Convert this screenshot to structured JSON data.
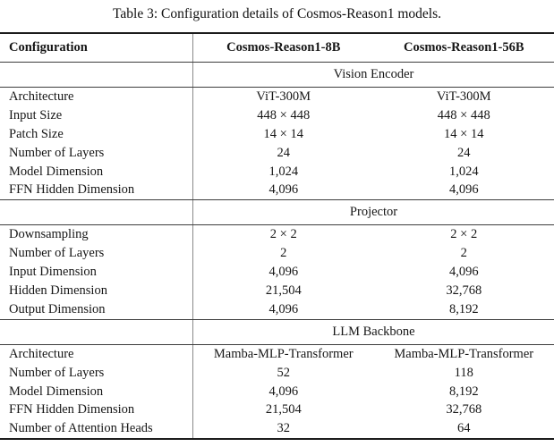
{
  "caption": "Table 3: Configuration details of Cosmos-Reason1 models.",
  "columns": {
    "label": "Configuration",
    "model_8b": "Cosmos-Reason1-8B",
    "model_56b": "Cosmos-Reason1-56B"
  },
  "sections": [
    {
      "title": "Vision Encoder",
      "rows": [
        {
          "label": "Architecture",
          "v8b": "ViT-300M",
          "v56b": "ViT-300M"
        },
        {
          "label": "Input Size",
          "v8b": "448 × 448",
          "v56b": "448 × 448"
        },
        {
          "label": "Patch Size",
          "v8b": "14 × 14",
          "v56b": "14 × 14"
        },
        {
          "label": "Number of Layers",
          "v8b": "24",
          "v56b": "24"
        },
        {
          "label": "Model Dimension",
          "v8b": "1,024",
          "v56b": "1,024"
        },
        {
          "label": "FFN Hidden Dimension",
          "v8b": "4,096",
          "v56b": "4,096"
        }
      ]
    },
    {
      "title": "Projector",
      "rows": [
        {
          "label": "Downsampling",
          "v8b": "2 × 2",
          "v56b": "2 × 2"
        },
        {
          "label": "Number of Layers",
          "v8b": "2",
          "v56b": "2"
        },
        {
          "label": "Input Dimension",
          "v8b": "4,096",
          "v56b": "4,096"
        },
        {
          "label": "Hidden Dimension",
          "v8b": "21,504",
          "v56b": "32,768"
        },
        {
          "label": "Output Dimension",
          "v8b": "4,096",
          "v56b": "8,192"
        }
      ]
    },
    {
      "title": "LLM Backbone",
      "rows": [
        {
          "label": "Architecture",
          "v8b": "Mamba-MLP-Transformer",
          "v56b": "Mamba-MLP-Transformer"
        },
        {
          "label": "Number of Layers",
          "v8b": "52",
          "v56b": "118"
        },
        {
          "label": "Model Dimension",
          "v8b": "4,096",
          "v56b": "8,192"
        },
        {
          "label": "FFN Hidden Dimension",
          "v8b": "21,504",
          "v56b": "32,768"
        },
        {
          "label": "Number of Attention Heads",
          "v8b": "32",
          "v56b": "64"
        }
      ]
    }
  ],
  "colors": {
    "background": "#ffffff",
    "text": "#161616",
    "rule_heavy": "#1c1c1c",
    "rule_mid": "#3d3d3d",
    "rule_vertical": "#8a8a8a"
  }
}
